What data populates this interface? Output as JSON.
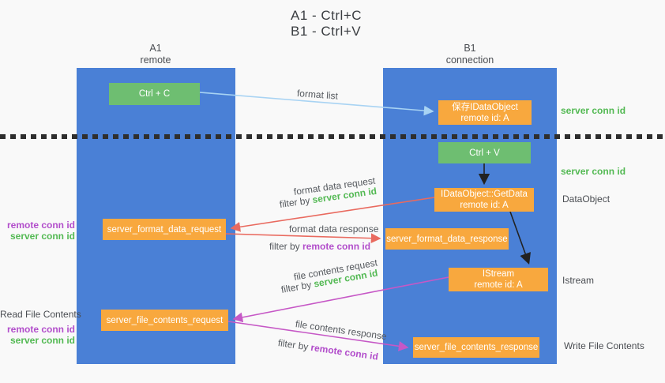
{
  "title": {
    "line1": "A1 - Ctrl+C",
    "line2": "B1 - Ctrl+V"
  },
  "lifelines": {
    "a1": {
      "title": "A1",
      "subtitle": "remote"
    },
    "b1": {
      "title": "B1",
      "subtitle": "connection"
    }
  },
  "nodes": {
    "ctrl_c": {
      "label": "Ctrl + C"
    },
    "save_idataobject": {
      "line1": "保存IDataObject",
      "line2": "remote id: A"
    },
    "ctrl_v": {
      "label": "Ctrl + V"
    },
    "getdata": {
      "line1": "IDataObject::GetData",
      "line2": "remote id: A"
    },
    "format_request": {
      "label": "server_format_data_request"
    },
    "format_response": {
      "label": "server_format_data_response"
    },
    "istream": {
      "line1": "IStream",
      "line2": "remote id: A"
    },
    "file_request": {
      "label": "server_file_contents_request"
    },
    "file_response": {
      "label": "server_file_contents_response"
    }
  },
  "arrow_labels": {
    "format_list": "format list",
    "format_data_request": {
      "text": "format data request",
      "filter_prefix": "filter by ",
      "filter_id": "server conn id"
    },
    "format_data_response": {
      "text": "format data response",
      "filter_prefix": "filter by ",
      "filter_id": "remote conn id"
    },
    "file_contents_request": {
      "text": "file contents request",
      "filter_prefix": "filter by ",
      "filter_id": "server conn id"
    },
    "file_contents_response": {
      "text": "file contents response",
      "filter_prefix": "filter by ",
      "filter_id": "remote conn id"
    }
  },
  "side_labels": {
    "server_conn_id_top": "server conn id",
    "server_conn_id_mid": "server conn id",
    "dataobject": "DataObject",
    "istream": "Istream",
    "write_file_contents": "Write File Contents",
    "read_file_contents": "Read File Contents",
    "left1_remote": "remote conn id",
    "left1_server": "server conn id",
    "left2_remote": "remote conn id",
    "left2_server": "server conn id"
  },
  "colors": {
    "column_blue": "#4a80d6",
    "node_green": "#6ebe71",
    "node_orange": "#f8a83e",
    "conn_id_green": "#53b953",
    "conn_id_purple": "#b24ecb",
    "arrow_light_blue": "#a8d3f3",
    "arrow_red": "#e96a5f",
    "arrow_magenta": "#c658c6",
    "arrow_black": "#222222"
  }
}
